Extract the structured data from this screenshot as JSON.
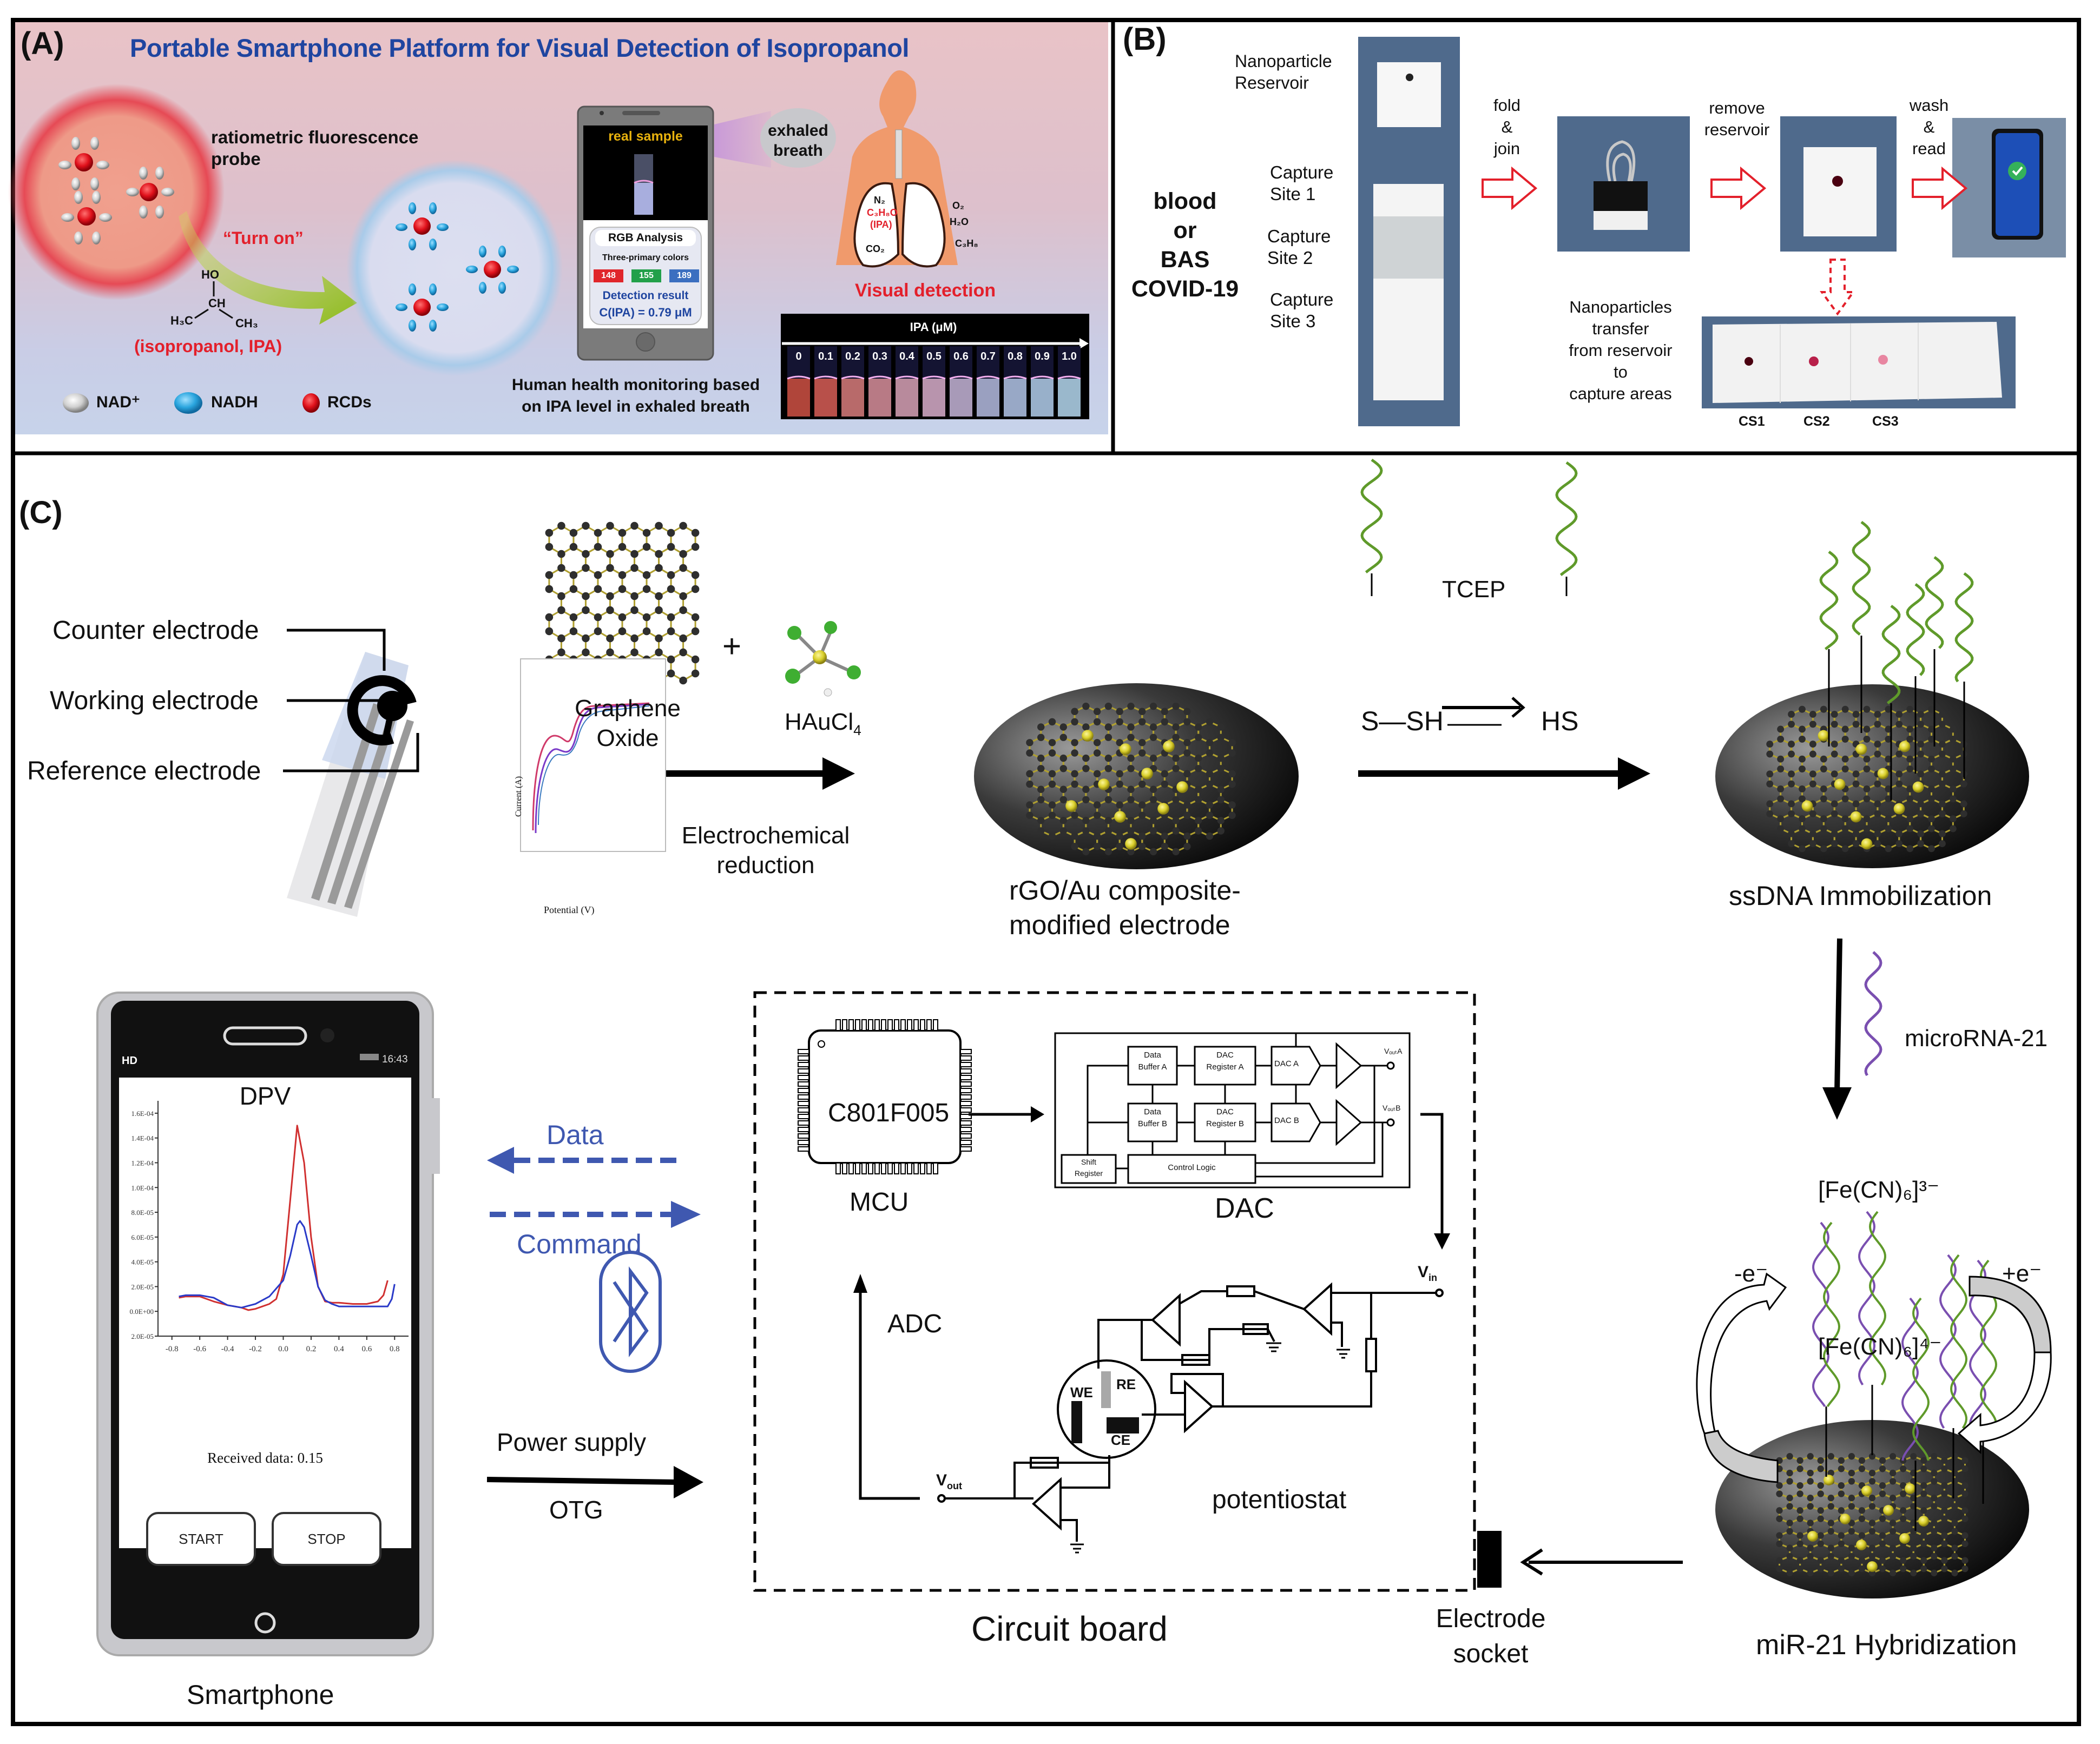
{
  "panelA": {
    "label": "(A)",
    "title": "Portable Smartphone Platform for Visual Detection of Isopropanol",
    "probe_label": [
      "ratiometric fluorescence",
      "probe"
    ],
    "turn_on": "“Turn on”",
    "molecule": {
      "ho": "HO",
      "ch": "CH",
      "h3c": "H₃C",
      "ch3": "CH₃"
    },
    "ipa_label": "(isopropanol, IPA)",
    "phone": {
      "screen_title": "real sample",
      "rgb_title": "RGB Analysis",
      "three_primary": "Three-primary colors",
      "rgb_values": [
        {
          "channel": "R",
          "value": "148",
          "color": "#e0262b"
        },
        {
          "channel": "G",
          "value": "155",
          "color": "#22a04a"
        },
        {
          "channel": "B",
          "value": "189",
          "color": "#3b6fc0"
        }
      ],
      "detection_label": "Detection result",
      "detection_value": "C(IPA) = 0.79 μM"
    },
    "exhaled_breath": [
      "exhaled",
      "breath"
    ],
    "lung_gases_left": [
      "N₂",
      "C₃H₈O",
      "(IPA)",
      "CO₂"
    ],
    "lung_gases_right": [
      "O₂",
      "H₂O",
      "C₃H₈"
    ],
    "visual_detection": "Visual  detection",
    "monitoring_caption": [
      "Human health monitoring based",
      "on IPA level in exhaled breath"
    ],
    "ipa_axis_label": "IPA (μM)",
    "ipa_concentrations": [
      "0",
      "0.1",
      "0.2",
      "0.3",
      "0.4",
      "0.5",
      "0.6",
      "0.7",
      "0.8",
      "0.9",
      "1.0"
    ],
    "legend": [
      {
        "label": "NAD⁺",
        "icon": "nad-plus-sphere-icon",
        "color": "#d8d8d8"
      },
      {
        "label": "NADH",
        "icon": "nadh-sphere-icon",
        "color": "#2aa5de"
      },
      {
        "label": "RCDs",
        "icon": "rcd-sphere-icon",
        "color": "#e0111b"
      }
    ],
    "colors": {
      "title": "#1f45a0",
      "accent_red": "#e3202b"
    }
  },
  "panelB": {
    "label": "(B)",
    "sample": [
      "blood",
      "or",
      "BAS",
      "COVID-19"
    ],
    "nanoparticle_reservoir": [
      "Nanoparticle",
      "Reservoir"
    ],
    "capture_sites": [
      [
        "Capture",
        "Site 1"
      ],
      [
        "Capture",
        "Site 2"
      ],
      [
        "Capture",
        "Site 3"
      ]
    ],
    "steps": [
      {
        "label": [
          "fold",
          "&",
          "join"
        ]
      },
      {
        "label": [
          "remove",
          "reservoir"
        ]
      },
      {
        "label": [
          "wash",
          "&",
          "read"
        ]
      }
    ],
    "transfer_caption": [
      "Nanoparticles",
      "transfer",
      "from reservoir",
      "to",
      "capture areas"
    ],
    "cs_labels": [
      "CS1",
      "CS2",
      "CS3"
    ],
    "colors": {
      "arrow": "#e3202b",
      "photo_bg": "#4f6a8c"
    }
  },
  "panelC": {
    "label": "(C)",
    "electrodes": [
      "Counter electrode",
      "Working electrode",
      "Reference electrode"
    ],
    "graphene_oxide": [
      "Graphene",
      "Oxide"
    ],
    "plus": "+",
    "haucl4": "HAuCl",
    "haucl4_sub": "4",
    "cv_axes": {
      "x": "Potential (V)",
      "y": "Current (A)"
    },
    "electrochemical_reduction": [
      "Electrochemical",
      "reduction"
    ],
    "rgo_label": [
      "rGO/Au composite-",
      "modified electrode"
    ],
    "tcep": "TCEP",
    "s_sh": "S—SH",
    "hs": "HS",
    "ssdna_label": "ssDNA Immobilization",
    "microrna": "microRNA-21",
    "fe3": "[Fe(CN)₆]³⁻",
    "fe4": "[Fe(CN)₆]⁴⁻",
    "minus_e": "-e⁻",
    "plus_e": "+e⁻",
    "hybridization_label": "miR-21 Hybridization",
    "electrode_socket": [
      "Electrode",
      "socket"
    ],
    "circuit_board": "Circuit board",
    "mcu_chip": "C801F005",
    "mcu_label": "MCU",
    "dac_label": "DAC",
    "dac_blocks": {
      "data_buffer_a": [
        "Data",
        "Buffer A"
      ],
      "dac_register_a": [
        "DAC",
        "Register  A"
      ],
      "dac_a": "DAC A",
      "data_buffer_b": [
        "Data",
        "Buffer B"
      ],
      "dac_register_b": [
        "DAC",
        "Register  B"
      ],
      "dac_b": "DAC B",
      "shift_register": [
        "Shift",
        "Register"
      ],
      "control_logic": "Control Logic",
      "vout_a": "VₒᵤₜA",
      "vout_b": "VₒᵤₜB"
    },
    "adc_label": "ADC",
    "vin": "V",
    "vin_sub": "in",
    "vout": "V",
    "vout_sub": "out",
    "electrode_pins": {
      "we": "WE",
      "re": "RE",
      "ce": "CE"
    },
    "potentiostat": "potentiostat",
    "data_link": "Data",
    "command_link": "Command",
    "power_supply": "Power supply",
    "otg": "OTG",
    "smartphone_label": "Smartphone",
    "phone": {
      "status_left": "HD",
      "status_time": "16:43",
      "app_title": "DPV",
      "received_data": "Received data: 0.15",
      "start_button": "START",
      "stop_button": "STOP"
    },
    "colors": {
      "link_blue": "#3f58b0",
      "dna_green": "#5f9a2a",
      "rna_purple": "#7a4fb0",
      "gold": "#d9cf2b"
    }
  },
  "chart_data": {
    "type": "line",
    "title": "DPV",
    "xlabel": "",
    "ylabel": "",
    "xlim": [
      -0.9,
      0.9
    ],
    "ylim": [
      -2e-05,
      0.00017
    ],
    "x_ticks": [
      "-0.8",
      "-0.6",
      "-0.4",
      "-0.2",
      "0.0",
      "0.2",
      "0.4",
      "0.6",
      "0.8"
    ],
    "y_ticks": [
      "2.0E-05",
      "0.0E+00",
      "2.0E-05",
      "4.0E-05",
      "6.0E-05",
      "8.0E-05",
      "1.0E-04",
      "1.2E-04",
      "1.4E-04",
      "1.6E-04"
    ],
    "y_tick_values": [
      -2e-05,
      0,
      2e-05,
      4e-05,
      6e-05,
      8e-05,
      0.0001,
      0.00012,
      0.00014,
      0.00016
    ],
    "x_tick_values": [
      -0.8,
      -0.6,
      -0.4,
      -0.2,
      0.0,
      0.2,
      0.4,
      0.6,
      0.8
    ],
    "grid": false,
    "series": [
      {
        "name": "red",
        "color": "#d03030",
        "x": [
          -0.75,
          -0.7,
          -0.6,
          -0.5,
          -0.4,
          -0.3,
          -0.25,
          -0.2,
          -0.1,
          -0.05,
          0.0,
          0.05,
          0.1,
          0.15,
          0.2,
          0.25,
          0.3,
          0.35,
          0.4,
          0.5,
          0.6,
          0.68,
          0.72,
          0.75
        ],
        "y": [
          1.1e-05,
          1.2e-05,
          1.2e-05,
          8e-06,
          5e-06,
          3e-06,
          1e-06,
          2e-06,
          6e-06,
          1e-05,
          3e-05,
          9e-05,
          0.00015,
          0.00012,
          6e-05,
          2e-05,
          8e-06,
          7e-06,
          7e-06,
          6e-06,
          6e-06,
          8e-06,
          1.3e-05,
          2.5e-05
        ]
      },
      {
        "name": "blue",
        "color": "#2a3ac8",
        "x": [
          -0.75,
          -0.7,
          -0.6,
          -0.5,
          -0.4,
          -0.3,
          -0.2,
          -0.1,
          0.0,
          0.05,
          0.1,
          0.12,
          0.15,
          0.2,
          0.25,
          0.3,
          0.35,
          0.4,
          0.5,
          0.6,
          0.7,
          0.75,
          0.78,
          0.8
        ],
        "y": [
          1.2e-05,
          1.3e-05,
          1.3e-05,
          1.1e-05,
          5e-06,
          3e-06,
          6e-06,
          1.2e-05,
          2.5e-05,
          4.5e-05,
          7e-05,
          7.3e-05,
          6.8e-05,
          4.5e-05,
          2e-05,
          9e-06,
          6e-06,
          4e-06,
          4e-06,
          4e-06,
          4e-06,
          4e-06,
          1e-05,
          2.2e-05
        ]
      }
    ]
  }
}
